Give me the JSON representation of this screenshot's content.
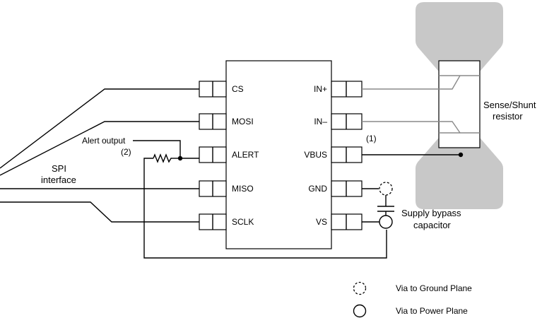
{
  "chip": {
    "left_pins": [
      "CS",
      "MOSI",
      "ALERT",
      "MISO",
      "SCLK"
    ],
    "right_pins": [
      "IN+",
      "IN–",
      "VBUS",
      "GND",
      "VS"
    ]
  },
  "labels": {
    "spi_line1": "SPI",
    "spi_line2": "interface",
    "alert_output": "Alert output",
    "alert_note": "(2)",
    "in_note": "(1)",
    "shunt_line1": "Sense/Shunt",
    "shunt_line2": "resistor",
    "bypass_line1": "Supply bypass",
    "bypass_line2": "capacitor"
  },
  "legend": {
    "ground_via": "Via to Ground Plane",
    "power_via": "Via to Power Plane"
  },
  "colors": {
    "copper_pad": "#c8c8c8",
    "sense_trace": "#8a8a8a",
    "wire": "#000000"
  },
  "icons": {
    "ground_via": "dashed-circle",
    "power_via": "solid-circle",
    "resistor": "zigzag-resistor",
    "capacitor": "capacitor-plates"
  }
}
